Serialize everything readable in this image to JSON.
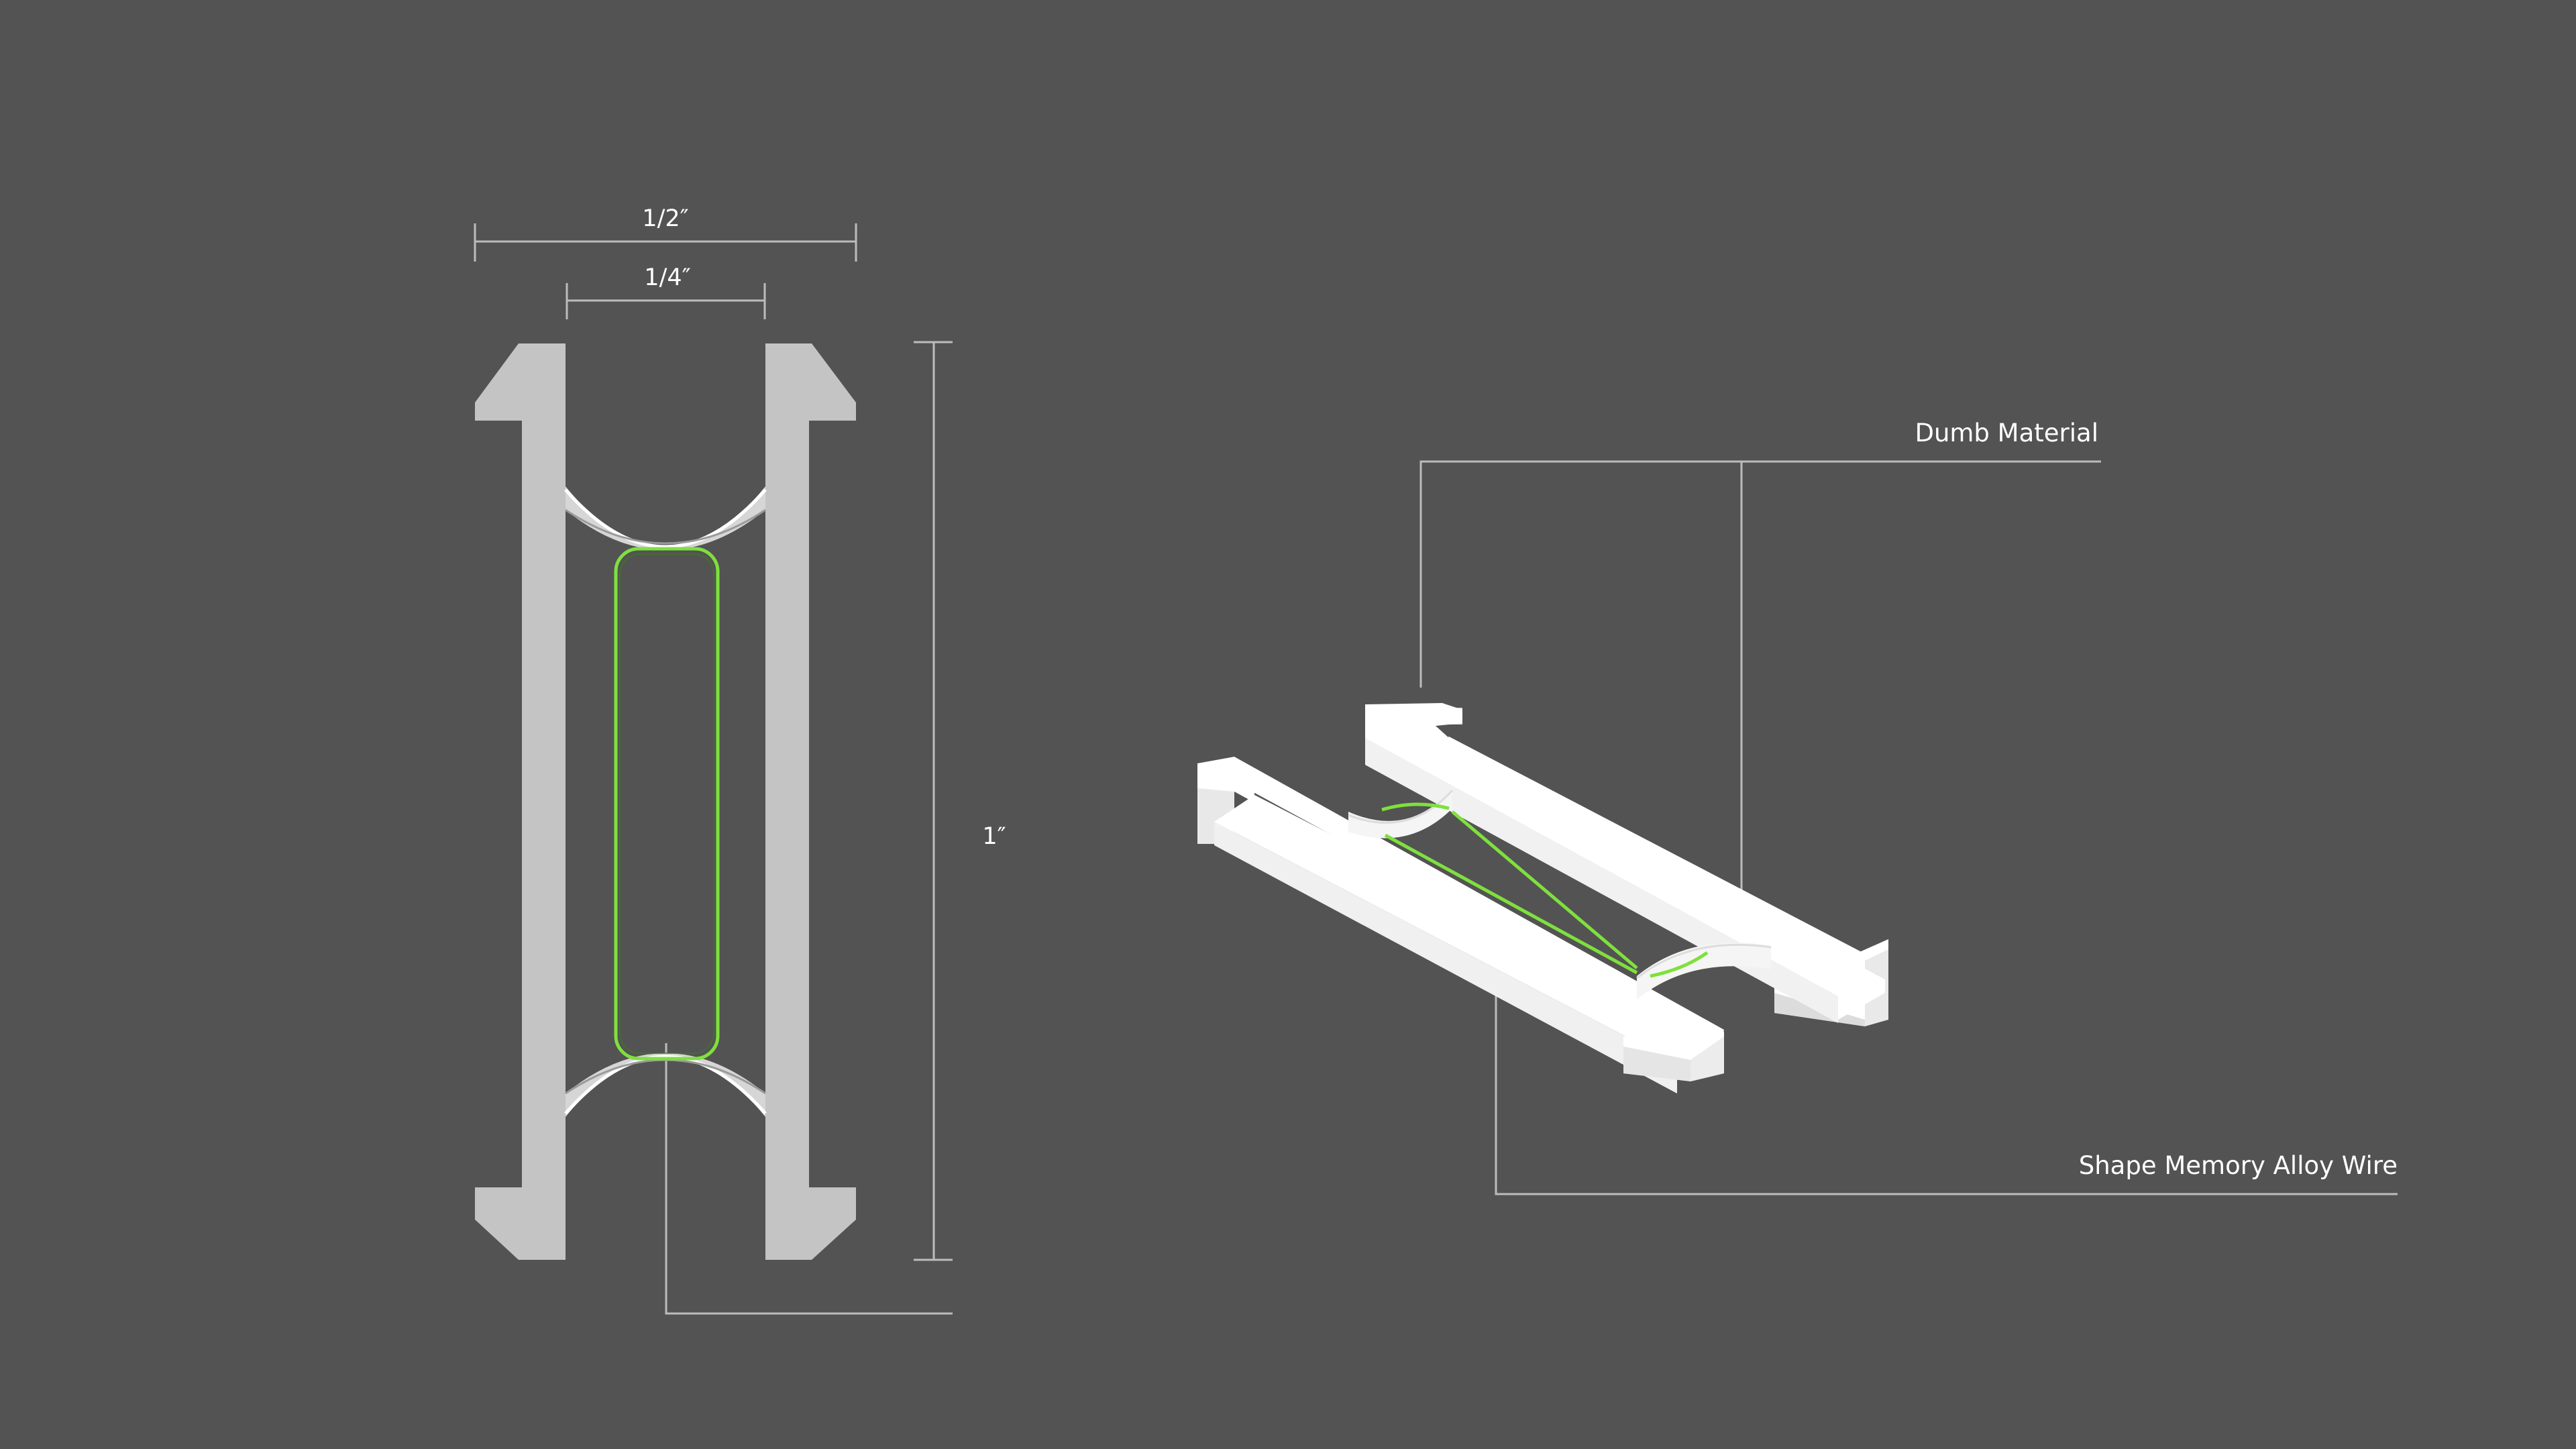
{
  "colors": {
    "background": "#535353",
    "plan_material": "#c4c4c4",
    "iso_top": "#ffffff",
    "iso_side": "#e2e2e2",
    "sma_wire": "#7fe03e",
    "dimension_line": "#bcbcbc"
  },
  "plan_view": {
    "dim_overall_width": "1/2″",
    "dim_inner_width": "1/4″",
    "dim_height": "1″"
  },
  "iso_view": {
    "callout_top": "Dumb Material",
    "callout_bottom": "Shape Memory Alloy Wire"
  }
}
